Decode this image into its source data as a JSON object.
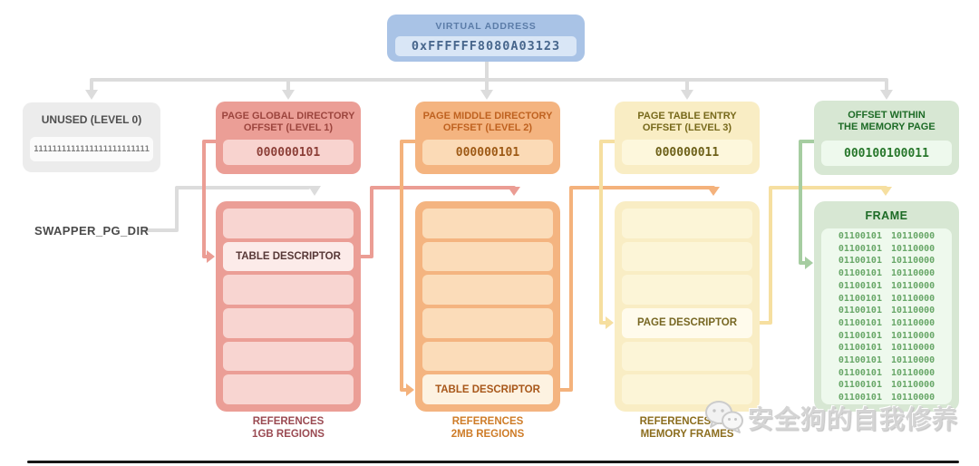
{
  "virtual_address": {
    "label": "VIRTUAL ADDRESS",
    "value": "0xFFFFFF8080A03123"
  },
  "unused": {
    "title_lines": [
      "UNUSED (LEVEL 0)"
    ],
    "bits": "1111111111111111111111111"
  },
  "pgd": {
    "title_lines": [
      "PAGE GLOBAL DIRECTORY",
      "OFFSET (LEVEL 1)"
    ],
    "bits": "000000101",
    "rows": 6,
    "highlight_index": 1,
    "highlight_label": "TABLE DESCRIPTOR",
    "caption_lines": [
      "REFERENCES",
      "1GB REGIONS"
    ]
  },
  "pmd": {
    "title_lines": [
      "PAGE MIDDLE DIRECTORY",
      "OFFSET (LEVEL 2)"
    ],
    "bits": "000000101",
    "rows": 6,
    "highlight_index": 5,
    "highlight_label": "TABLE DESCRIPTOR",
    "caption_lines": [
      "REFERENCES",
      "2MB REGIONS"
    ]
  },
  "pte": {
    "title_lines": [
      "PAGE TABLE ENTRY",
      "OFFSET (LEVEL 3)"
    ],
    "bits": "000000011",
    "rows": 6,
    "highlight_index": 3,
    "highlight_label": "PAGE DESCRIPTOR",
    "caption_lines": [
      "REFERENCES 4KB",
      "MEMORY FRAMES"
    ]
  },
  "offset": {
    "title_lines": [
      "OFFSET WITHIN",
      "THE MEMORY PAGE"
    ],
    "bits": "000100100011"
  },
  "frame": {
    "title": "FRAME",
    "binary_line": "01100101 10110000",
    "line_count": 14
  },
  "swapper_label": "SWAPPER_PG_DIR",
  "watermark": {
    "text": "安全狗的自我修养",
    "icon": "wechat-icon"
  },
  "colors": {
    "blue_box": "#a9c3e6",
    "blue_inner": "#d9e6f6",
    "blue_title": "#5b7ca8",
    "blue_value": "#47668c",
    "gray_wire": "#dcdcdc",
    "gray_box": "#ececec",
    "gray_inner": "#fbfbfb",
    "gray_title": "#4f4f4f",
    "gray_value": "#7d7d7d",
    "pgd_box": "#eb9e96",
    "pgd_inner": "#f8d3cf",
    "pgd_title": "#9c453e",
    "pgd_value": "#8c3f38",
    "pgd_row": "#f8d5d1",
    "pgd_hl": "#fcebe9",
    "pgd_hl_text": "#573837",
    "pgd_caption": "#9a4a52",
    "pgd_wire": "#eb9d94",
    "pmd_box": "#f4b480",
    "pmd_inner": "#fbdab6",
    "pmd_title": "#bf6220",
    "pmd_value": "#9e5a16",
    "pmd_row": "#fbdcb9",
    "pmd_hl": "#fdf2e1",
    "pmd_hl_text": "#a8571a",
    "pmd_caption": "#ce7c28",
    "pmd_wire": "#f4b27c",
    "pte_box": "#f9edc4",
    "pte_inner": "#fdf7dc",
    "pte_title": "#77691b",
    "pte_value": "#6d6018",
    "pte_row": "#fcf5d7",
    "pte_hl": "#fffbec",
    "pte_hl_text": "#776723",
    "pte_caption": "#8b6d1e",
    "pte_wire": "#f6dfa0",
    "green_box": "#d7e7d3",
    "green_inner": "#eef9ed",
    "green_title": "#1d6b26",
    "green_value": "#27772b",
    "frame_text": "#68a768",
    "green_wire": "#a6cda1",
    "watermark_text": "#d4d4d4",
    "rule": "#161616"
  }
}
